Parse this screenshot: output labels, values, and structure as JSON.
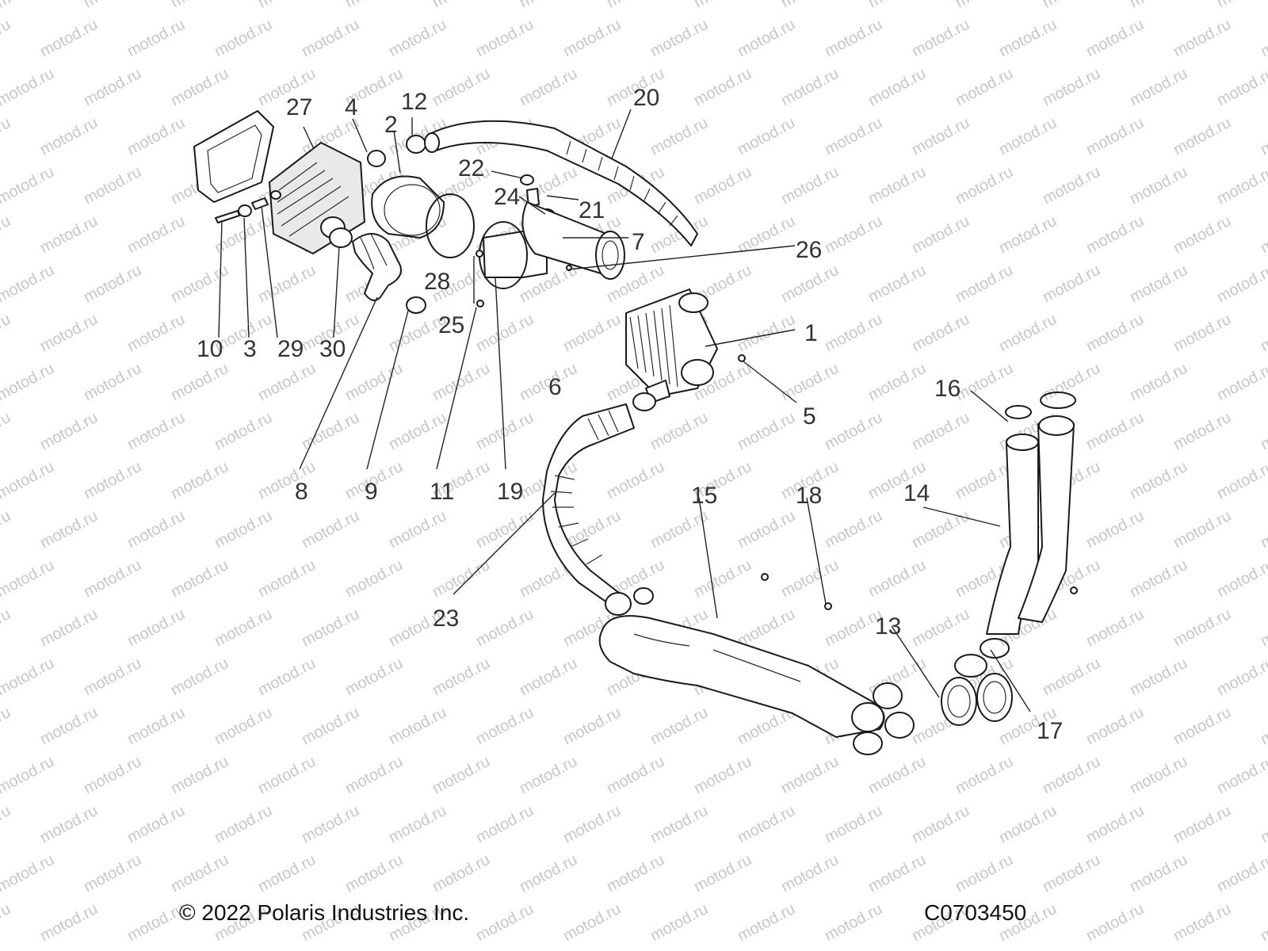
{
  "watermark": "motod.ru",
  "copyright": "© 2022 Polaris Industries Inc.",
  "drawing_code": "C0703450",
  "callouts": {
    "c1": "1",
    "c2": "2",
    "c3": "3",
    "c4": "4",
    "c5": "5",
    "c6": "6",
    "c7": "7",
    "c8": "8",
    "c9": "9",
    "c10": "10",
    "c11": "11",
    "c12": "12",
    "c13": "13",
    "c14": "14",
    "c15": "15",
    "c16": "16",
    "c17": "17",
    "c18": "18",
    "c19": "19",
    "c20": "20",
    "c21": "21",
    "c22": "22",
    "c23": "23",
    "c24": "24",
    "c25": "25",
    "c26": "26",
    "c27": "27",
    "c28": "28",
    "c29": "29",
    "c30": "30"
  }
}
